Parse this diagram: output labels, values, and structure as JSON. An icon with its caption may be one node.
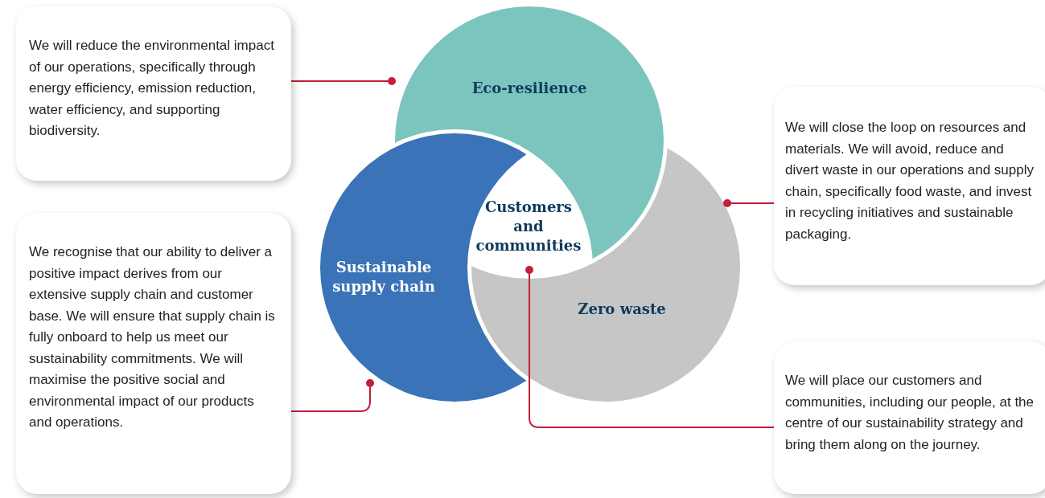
{
  "diagram": {
    "nodes": [
      {
        "text": [
          "Eco-resilience"
        ]
      },
      {
        "text": [
          "Sustainable supply chain"
        ]
      },
      {
        "text": [
          "Zero waste"
        ]
      },
      {
        "text": [
          "Customers and communities"
        ]
      },
      {
        "text": [
          "We will reduce the environmental impact of our operations, specifically through energy efficiency, emission reduction, water efficiency, and supporting biodiversity."
        ]
      },
      {
        "text": [
          "We recognise that our ability to deliver a positive impact derives from our extensive supply chain and customer base. We will ensure that supply chain is fully onboard to help us meet our sustainability commitments. We will maximise the positive social and environmental impact of our products and operations."
        ]
      },
      {
        "text": [
          "We will close the loop on resources and materials. We will avoid, reduce and divert waste in our operations and supply chain, specifically food waste, and invest in recycling initiatives and sustainable packaging."
        ]
      },
      {
        "text": [
          "We will place our customers and communities, including our people, at the centre of our sustainability strategy and bring them along on the journey."
        ]
      }
    ],
    "edges": [
      {
        "from": 4,
        "to": 0,
        "arrow": "other"
      },
      {
        "from": 5,
        "to": 1,
        "arrow": "other"
      },
      {
        "from": 6,
        "to": 2,
        "arrow": "other"
      },
      {
        "from": 7,
        "to": 3,
        "arrow": "other"
      }
    ]
  }
}
